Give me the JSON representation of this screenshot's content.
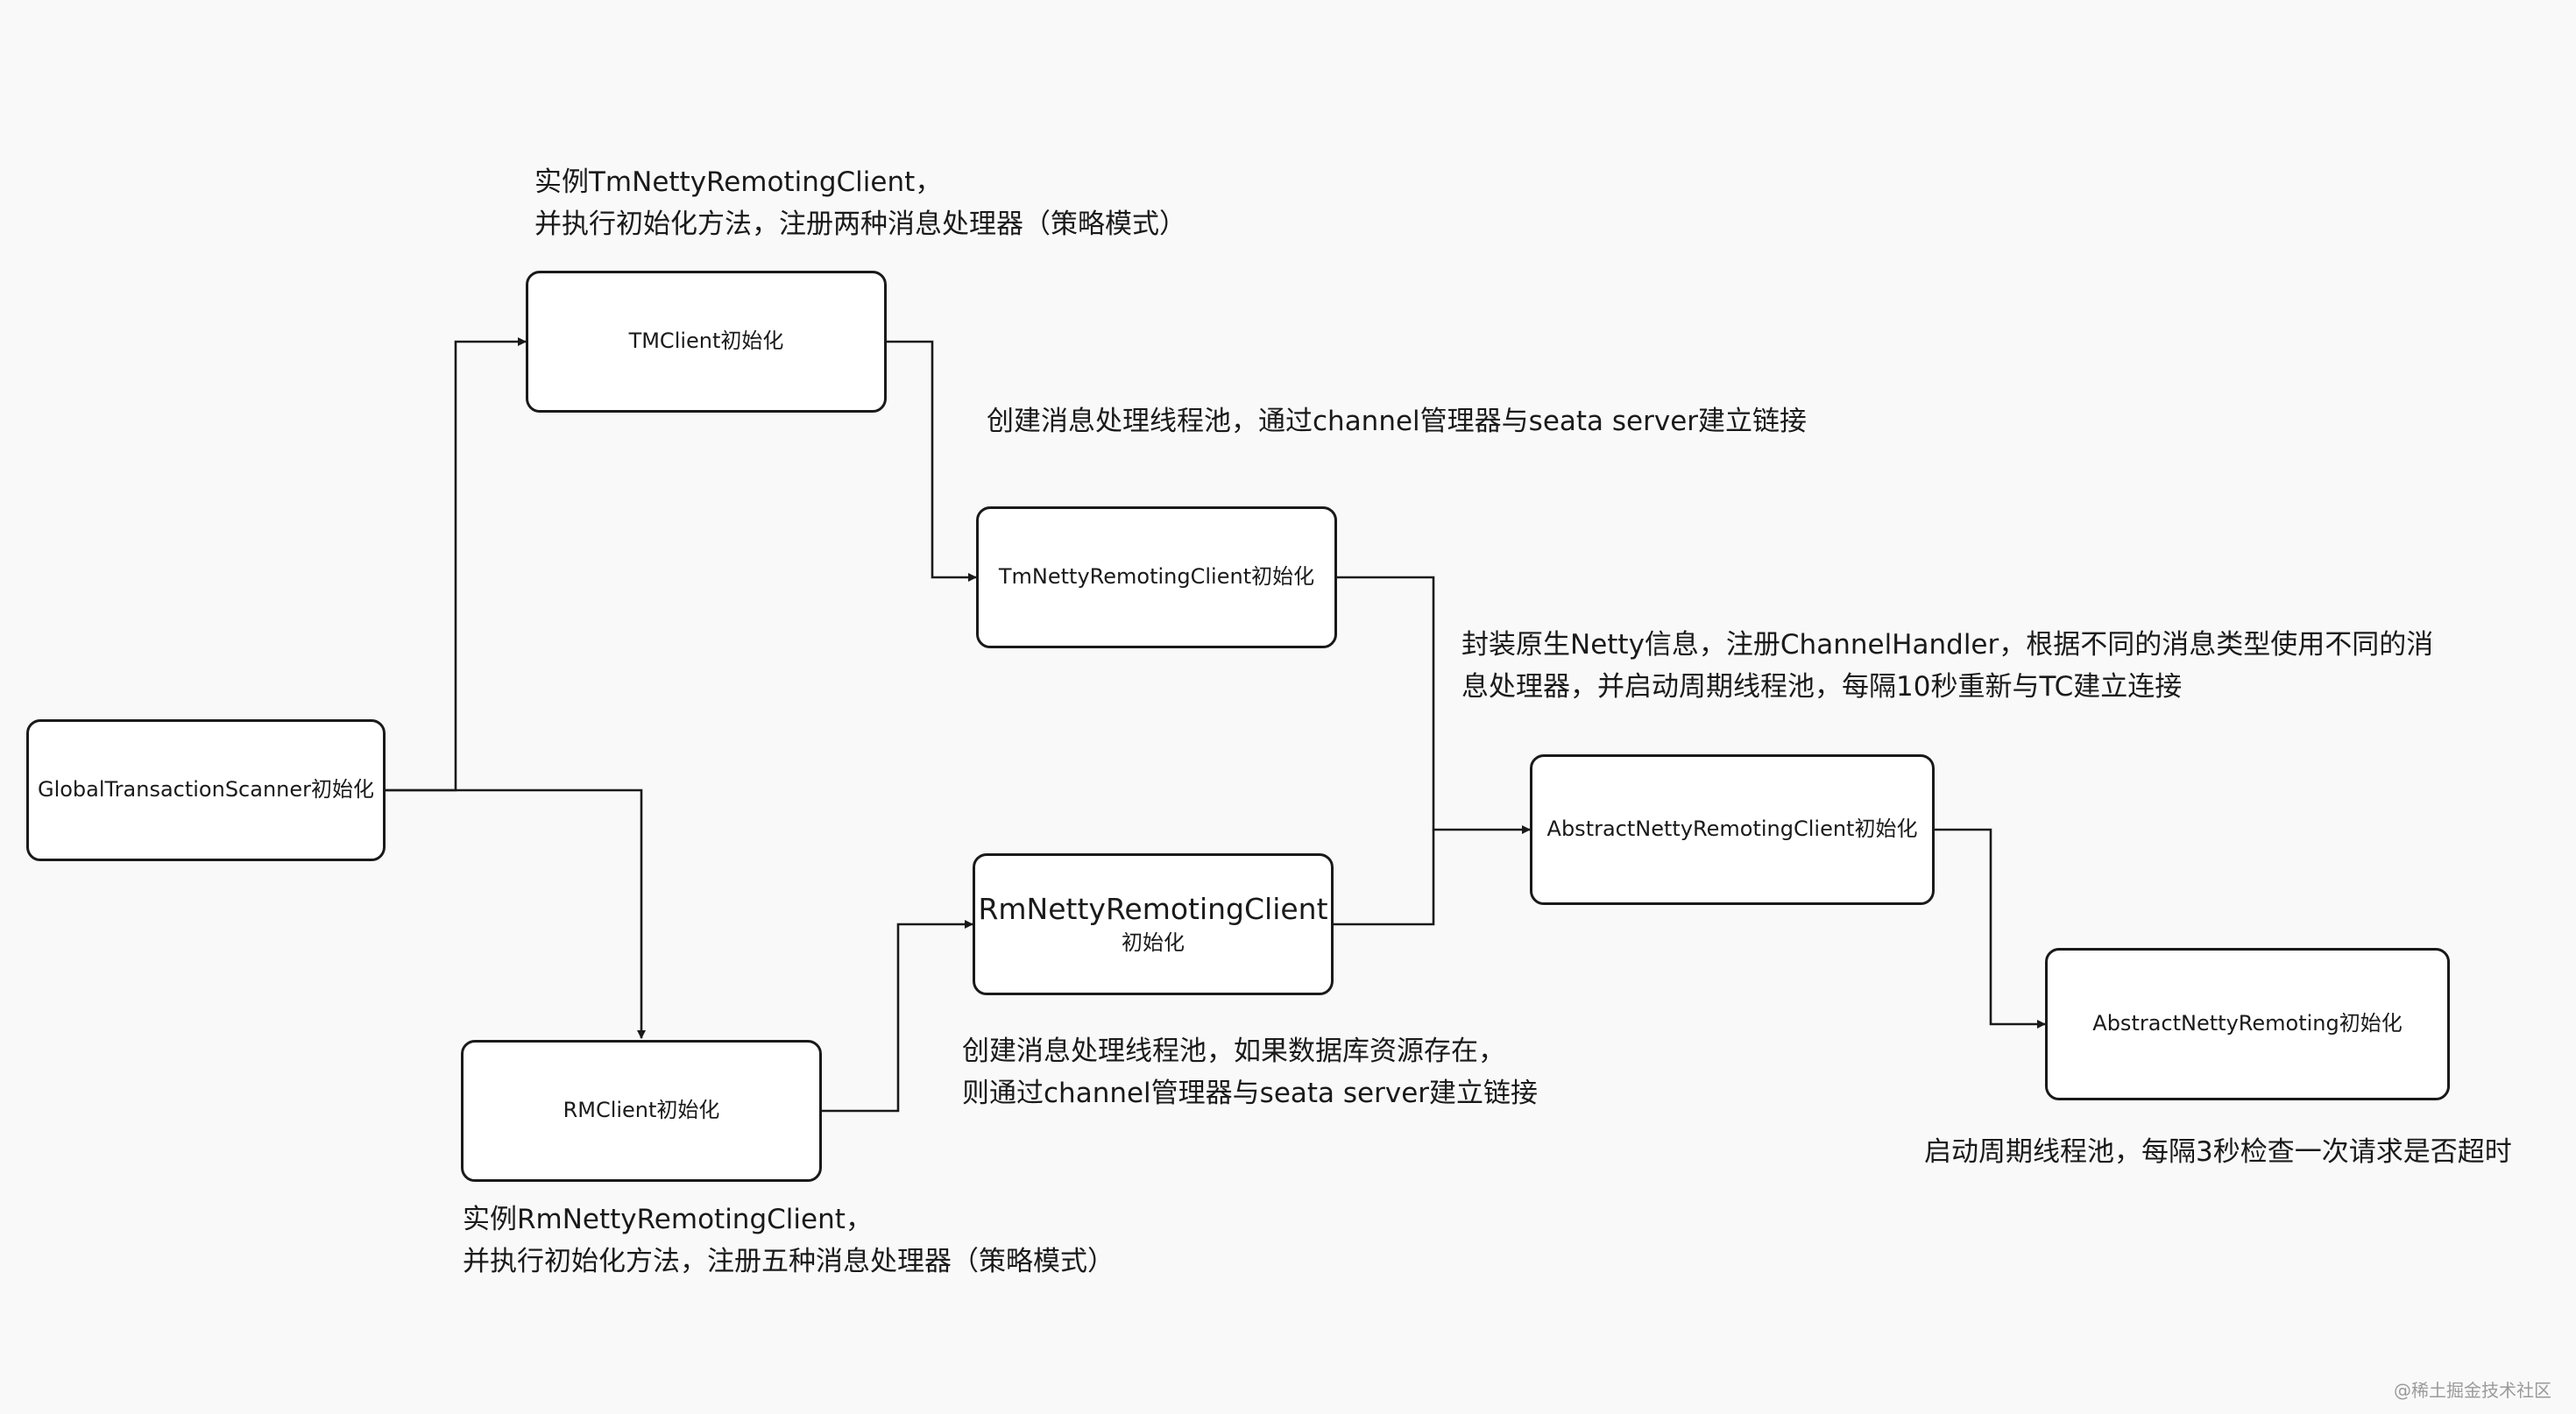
{
  "nodes": {
    "global_scanner": "GlobalTransactionScanner初始化",
    "tm_client": "TMClient初始化",
    "rm_client": "RMClient初始化",
    "tm_netty": "TmNettyRemotingClient初始化",
    "rm_netty_line1": "RmNettyRemotingClient",
    "rm_netty_line2": "初始化",
    "abstract_netty_client": "AbstractNettyRemotingClient初始化",
    "abstract_netty": "AbstractNettyRemoting初始化"
  },
  "notes": {
    "tm_client": [
      "实例TmNettyRemotingClient，",
      "并执行初始化方法，注册两种消息处理器（策略模式）"
    ],
    "tm_netty": [
      "创建消息处理线程池，通过channel管理器与seata server建立链接"
    ],
    "abstract_client": [
      "封装原生Netty信息，注册ChannelHandler，根据不同的消息类型使用不同的消",
      "息处理器，并启动周期线程池，每隔10秒重新与TC建立连接"
    ],
    "rm_netty": [
      "创建消息处理线程池，如果数据库资源存在，",
      "则通过channel管理器与seata server建立链接"
    ],
    "rm_client": [
      "实例RmNettyRemotingClient，",
      "并执行初始化方法，注册五种消息处理器（策略模式）"
    ],
    "abstract_netty": [
      "启动周期线程池，每隔3秒检查一次请求是否超时"
    ]
  },
  "watermark": "@稀土掘金技术社区"
}
